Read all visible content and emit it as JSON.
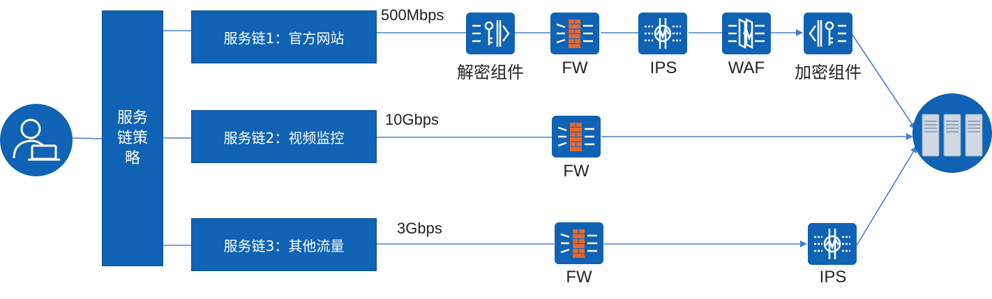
{
  "policy": {
    "label": "服务链策略"
  },
  "chains": [
    {
      "label": "服务链1：官方网站",
      "bandwidth": "500Mbps"
    },
    {
      "label": "服务链2：视频监控",
      "bandwidth": "10Gbps"
    },
    {
      "label": "服务链3：其他流量",
      "bandwidth": "3Gbps"
    }
  ],
  "nodes": {
    "decrypt": "解密组件",
    "fw1": "FW",
    "ips1": "IPS",
    "waf": "WAF",
    "encrypt": "加密组件",
    "fw2": "FW",
    "fw3": "FW",
    "ips3": "IPS"
  },
  "colors": {
    "box": "#0f62b4",
    "line": "#4a7fc1",
    "brick": "#e8672a"
  }
}
